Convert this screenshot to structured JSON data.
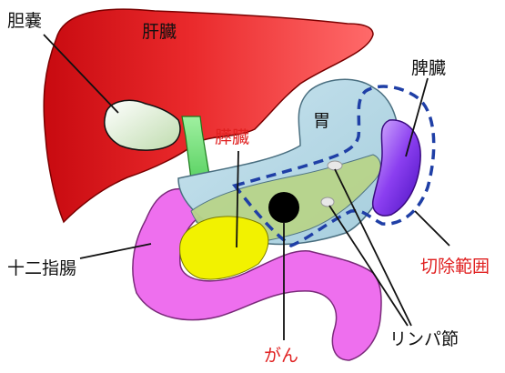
{
  "labels": {
    "gallbladder": "胆嚢",
    "liver": "肝臓",
    "spleen": "脾臓",
    "pancreas": "膵臓",
    "stomach": "胃",
    "duodenum": "十二指腸",
    "resection_range": "切除範囲",
    "cancer": "がん",
    "lymph_node": "リンパ節"
  },
  "colors": {
    "liver": "#e3161b",
    "gallbladder": "#d9ead0",
    "bile_duct": "#55d65a",
    "stomach": "#b5d8e6",
    "pancreas": "#f2f200",
    "duodenum": "#ee6fee",
    "spleen": "#7a2ee6",
    "tumor": "#000000",
    "resection_outline": "#1f3fa6",
    "highlight_text": "#e02020",
    "normal_text": "#111111"
  }
}
